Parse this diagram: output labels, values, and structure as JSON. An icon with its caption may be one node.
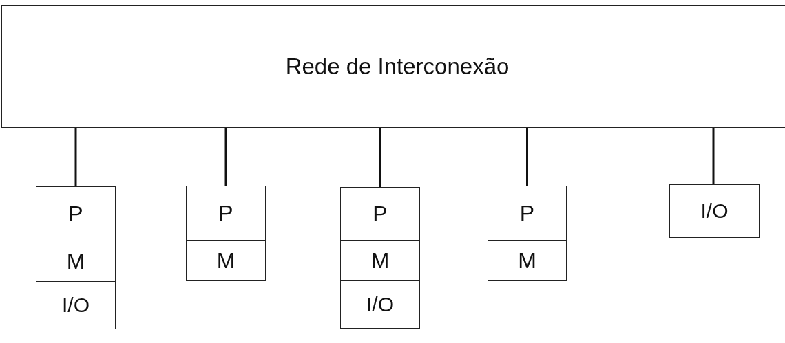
{
  "diagram": {
    "nodes": [
      {
        "text": [
          "Rede de Interconexão"
        ]
      },
      {
        "text": [
          "P"
        ]
      },
      {
        "text": [
          "M"
        ]
      },
      {
        "text": [
          "I/O"
        ]
      },
      {
        "text": [
          "P"
        ]
      },
      {
        "text": [
          "M"
        ]
      },
      {
        "text": [
          "P"
        ]
      },
      {
        "text": [
          "M"
        ]
      },
      {
        "text": [
          "I/O"
        ]
      },
      {
        "text": [
          "P"
        ]
      },
      {
        "text": [
          "M"
        ]
      },
      {
        "text": [
          "I/O"
        ]
      }
    ],
    "edges": [
      {
        "from": 0,
        "to": 1,
        "arrow": "none"
      },
      {
        "from": 0,
        "to": 4,
        "arrow": "none"
      },
      {
        "from": 0,
        "to": 6,
        "arrow": "none"
      },
      {
        "from": 0,
        "to": 9,
        "arrow": "none"
      },
      {
        "from": 0,
        "to": 11,
        "arrow": "none"
      }
    ]
  }
}
